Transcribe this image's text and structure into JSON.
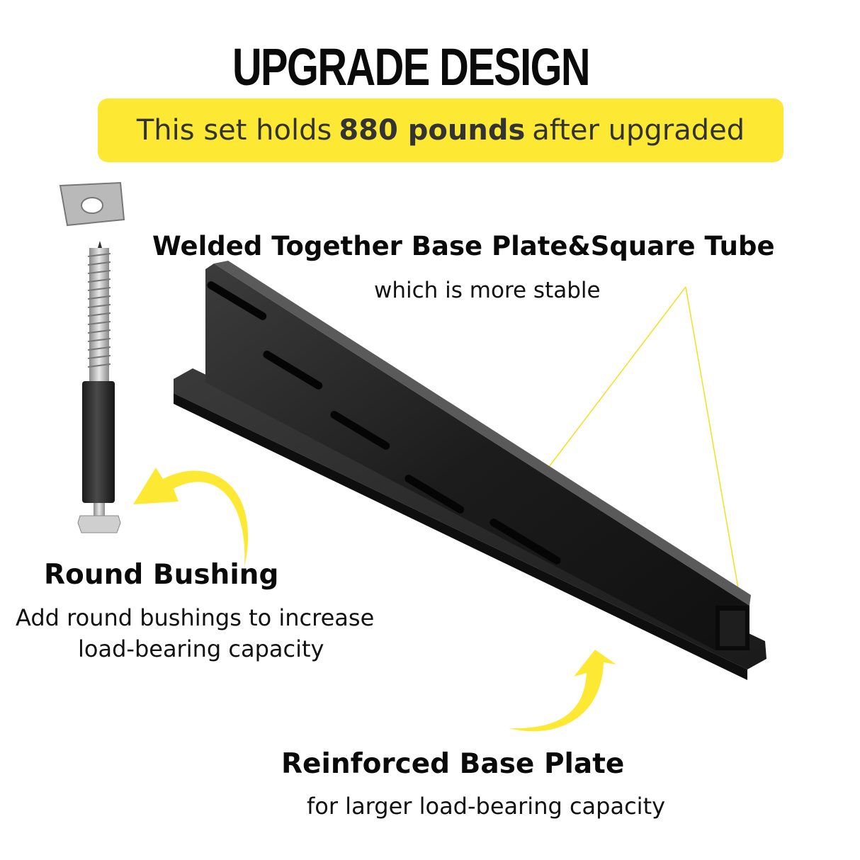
{
  "header": {
    "title": "UPGRADE DESIGN",
    "banner": {
      "prefix": "This set holds",
      "highlight": "880 pounds",
      "suffix": "after upgraded",
      "background_color": "#fde934"
    }
  },
  "features": [
    {
      "heading": "Welded Together Base Plate&Square Tube",
      "description": "which is more stable"
    },
    {
      "heading": "Round Bushing",
      "description_line1": "Add round bushings to increase",
      "description_line2": "load-bearing capacity"
    },
    {
      "heading": "Reinforced Base Plate",
      "description": "for larger load-bearing capacity"
    }
  ],
  "illustrations": {
    "hardware": [
      "square-washer",
      "lag-screw",
      "round-bushing",
      "hex-head"
    ],
    "bracket": "black steel square tube welded on base plate",
    "accent_color": "#fde934"
  }
}
